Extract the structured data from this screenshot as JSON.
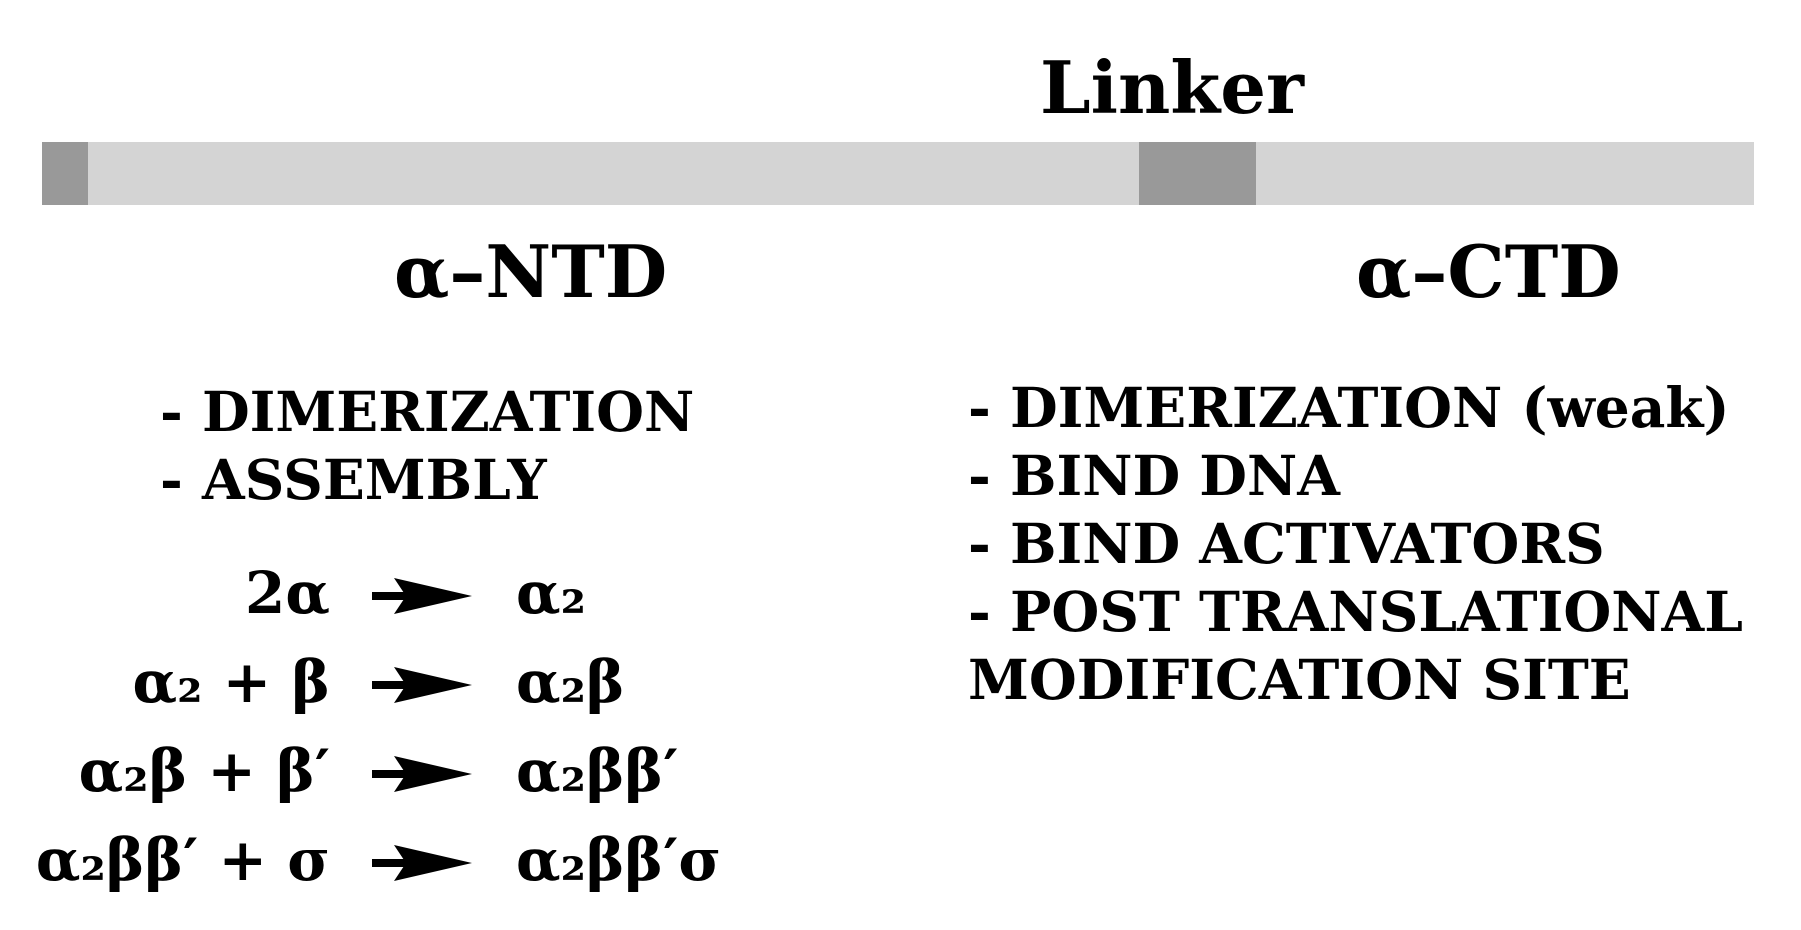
{
  "linker_label": "Linker",
  "domains": {
    "ntd": "α–NTD",
    "ctd": "α–CTD"
  },
  "ntd_functions": [
    "- DIMERIZATION",
    "- ASSEMBLY"
  ],
  "ctd_functions": [
    "- DIMERIZATION (weak)",
    "- BIND DNA",
    "- BIND ACTIVATORS",
    "- POST TRANSLATIONAL",
    "MODIFICATION SITE"
  ],
  "reactions": [
    {
      "reactant": "2α",
      "product": "α₂"
    },
    {
      "reactant": "α₂ + β",
      "product": "α₂β"
    },
    {
      "reactant": "α₂β + β′",
      "product": "α₂ββ′"
    },
    {
      "reactant": "α₂ββ′ + σ",
      "product": "α₂ββ′σ"
    }
  ],
  "colors": {
    "bar": "#d4d4d4",
    "bar_highlight": "#999999",
    "text": "#000000"
  },
  "icons": {
    "reaction_arrow": "right-arrow-icon"
  }
}
